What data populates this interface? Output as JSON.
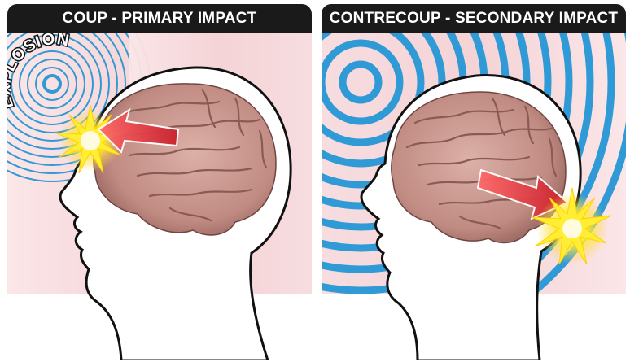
{
  "panels": {
    "coup": {
      "title": "COUP - PRIMARY IMPACT",
      "label": "EXPLOSION"
    },
    "contrecoup": {
      "title": "CONTRECOUP - SECONDARY IMPACT"
    }
  },
  "colors": {
    "header_bg": "#1a1a1a",
    "header_text": "#ffffff",
    "background_pink": "#f4d3d6",
    "blast_rings": "#2f9ad6",
    "brain": "#c99890",
    "brain_fold": "#a5706a",
    "arrow": "#d62b34",
    "flash": "#ffee33",
    "outline": "#111111"
  },
  "icons": {
    "wave_rings": "concentric-blast-rings-icon",
    "flash": "impact-flash-icon",
    "arrow": "brain-motion-arrow-icon"
  }
}
